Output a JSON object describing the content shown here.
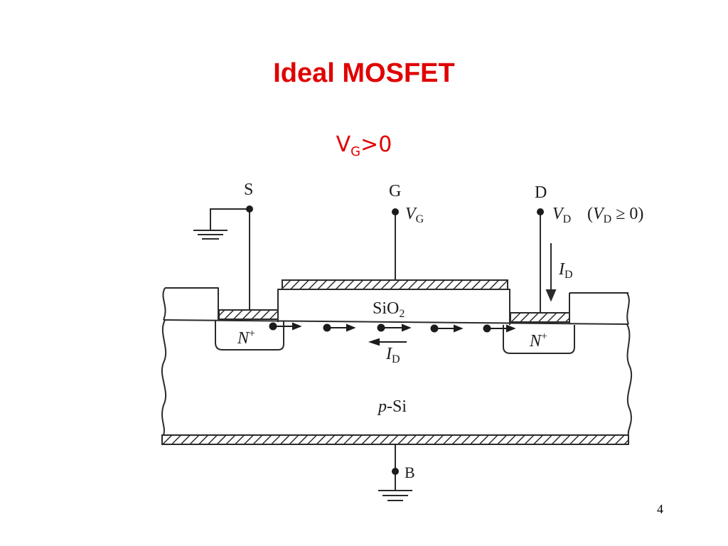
{
  "slide": {
    "title": "Ideal MOSFET",
    "subtitle_main": "V",
    "subtitle_sub": "G",
    "subtitle_rest": ">0",
    "page_number": "4",
    "title_color": "#e00000"
  },
  "diagram": {
    "source_label": "S",
    "gate_label": "G",
    "drain_label": "D",
    "body_label": "B",
    "vg_main": "V",
    "vg_sub": "G",
    "vd_main": "V",
    "vd_sub": "D",
    "vd_condition_open": "(",
    "vd_condition_main": "V",
    "vd_condition_sub": "D",
    "vd_condition_rest": " ≥ 0)",
    "id_main": "I",
    "id_sub": "D",
    "oxide_main": "SiO",
    "oxide_sub": "2",
    "source_region_main": "N",
    "source_region_sup": "+",
    "drain_region_main": "N",
    "drain_region_sup": "+",
    "substrate_italic": "p",
    "substrate_rest": "-Si"
  }
}
